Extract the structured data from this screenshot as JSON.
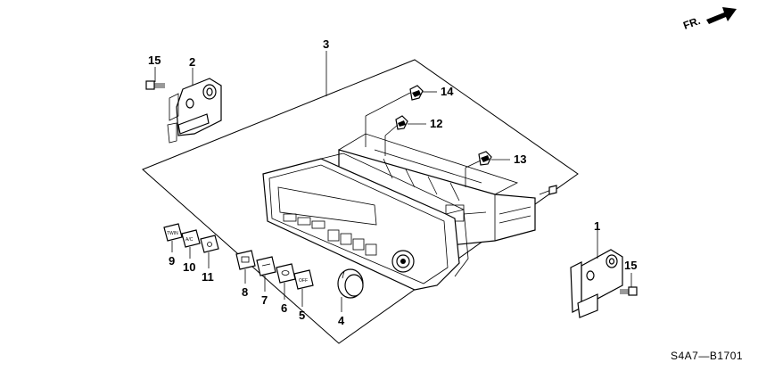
{
  "direction_label": "FR.",
  "diagram_code": "S4A7—B1701",
  "callouts": [
    "1",
    "2",
    "3",
    "4",
    "5",
    "6",
    "7",
    "8",
    "9",
    "10",
    "11",
    "12",
    "13",
    "14",
    "15",
    "15"
  ],
  "button_texts": {
    "twin": "TWIN",
    "ac": "A/C",
    "off": "OFF"
  }
}
